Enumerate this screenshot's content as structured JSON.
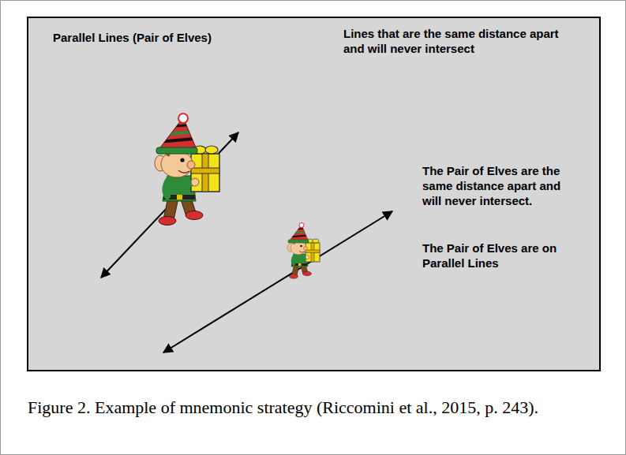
{
  "diagram": {
    "title": "Parallel Lines (Pair of Elves)",
    "caption": "Figure 2. Example of mnemonic strategy (Riccomini et al., 2015, p. 243).",
    "labels": [
      "Lines that are the same distance apart and will never intersect",
      "The Pair of Elves are the same distance apart and will never intersect.",
      "The Pair of Elves are on Parallel Lines"
    ]
  }
}
